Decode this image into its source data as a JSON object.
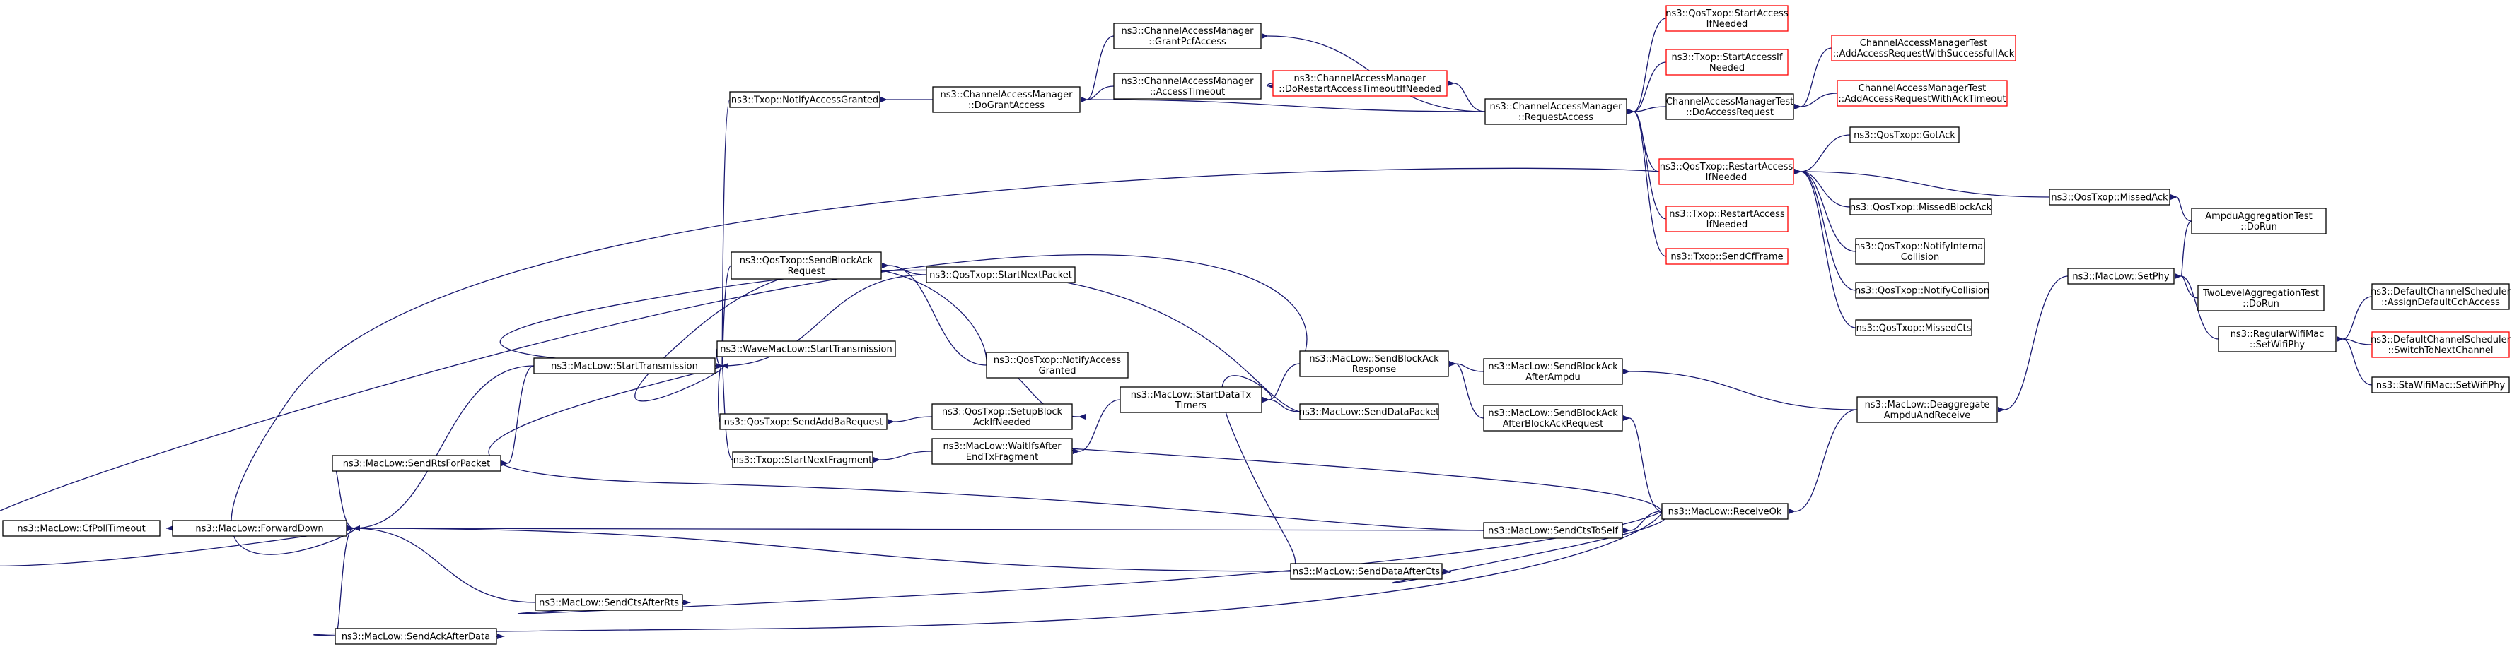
{
  "graph": {
    "colors": {
      "normal_border": "#000000",
      "truncated_border": "#ff0000",
      "root_fill": "#bfbfbf",
      "edge": "#191970",
      "text": "#000000"
    },
    "nodes": [
      {
        "id": "cfpoll",
        "lines": [
          "ns3::MacLow::CfPollTimeout"
        ],
        "root": true
      },
      {
        "id": "forwarddown",
        "lines": [
          "ns3::MacLow::ForwardDown"
        ]
      },
      {
        "id": "starttx",
        "lines": [
          "ns3::MacLow::StartTransmission"
        ]
      },
      {
        "id": "sendrts",
        "lines": [
          "ns3::MacLow::SendRtsForPacket"
        ]
      },
      {
        "id": "sendctsafterrts",
        "lines": [
          "ns3::MacLow::SendCtsAfterRts"
        ]
      },
      {
        "id": "sendackafterdata",
        "lines": [
          "ns3::MacLow::SendAckAfterData"
        ]
      },
      {
        "id": "notifyaccessgranted",
        "lines": [
          "ns3::Txop::NotifyAccessGranted"
        ]
      },
      {
        "id": "qossendblockackreq",
        "lines": [
          "ns3::QosTxop::SendBlockAck",
          "Request"
        ]
      },
      {
        "id": "wavestarttx",
        "lines": [
          "ns3::WaveMacLow::StartTransmission"
        ]
      },
      {
        "id": "qossendaddba",
        "lines": [
          "ns3::QosTxop::SendAddBaRequest"
        ]
      },
      {
        "id": "startnextfragment",
        "lines": [
          "ns3::Txop::StartNextFragment"
        ]
      },
      {
        "id": "dograntaccess",
        "lines": [
          "ns3::ChannelAccessManager",
          "::DoGrantAccess"
        ]
      },
      {
        "id": "grantpcf",
        "lines": [
          "ns3::ChannelAccessManager",
          "::GrantPcfAccess"
        ]
      },
      {
        "id": "accesstimeout",
        "lines": [
          "ns3::ChannelAccessManager",
          "::AccessTimeout"
        ]
      },
      {
        "id": "dorestart",
        "lines": [
          "ns3::ChannelAccessManager",
          "::DoRestartAccessTimeoutIfNeeded"
        ],
        "truncated": true
      },
      {
        "id": "requestaccess",
        "lines": [
          "ns3::ChannelAccessManager",
          "::RequestAccess"
        ]
      },
      {
        "id": "qosstartaccess",
        "lines": [
          "ns3::QosTxop::StartAccess",
          "IfNeeded"
        ],
        "truncated": true
      },
      {
        "id": "txopstartaccess",
        "lines": [
          "ns3::Txop::StartAccessIf",
          "Needed"
        ],
        "truncated": true
      },
      {
        "id": "camtestdoaccess",
        "lines": [
          "ChannelAccessManagerTest",
          "::DoAccessRequest"
        ]
      },
      {
        "id": "camtestsuccess",
        "lines": [
          "ChannelAccessManagerTest",
          "::AddAccessRequestWithSuccessfullAck"
        ],
        "truncated": true
      },
      {
        "id": "camtesttimeout",
        "lines": [
          "ChannelAccessManagerTest",
          "::AddAccessRequestWithAckTimeout"
        ],
        "truncated": true
      },
      {
        "id": "qosrestart",
        "lines": [
          "ns3::QosTxop::RestartAccess",
          "IfNeeded"
        ],
        "truncated": true
      },
      {
        "id": "txoprestart",
        "lines": [
          "ns3::Txop::RestartAccess",
          "IfNeeded"
        ],
        "truncated": true
      },
      {
        "id": "txopsendcf",
        "lines": [
          "ns3::Txop::SendCfFrame"
        ],
        "truncated": true
      },
      {
        "id": "qosgotack",
        "lines": [
          "ns3::QosTxop::GotAck"
        ]
      },
      {
        "id": "qosmissedblockack",
        "lines": [
          "ns3::QosTxop::MissedBlockAck"
        ]
      },
      {
        "id": "qosnotifyinternal",
        "lines": [
          "ns3::QosTxop::NotifyInternal",
          "Collision"
        ]
      },
      {
        "id": "qosnotifycollision",
        "lines": [
          "ns3::QosTxop::NotifyCollision"
        ]
      },
      {
        "id": "qosmissedcts",
        "lines": [
          "ns3::QosTxop::MissedCts"
        ]
      },
      {
        "id": "qosmissedack",
        "lines": [
          "ns3::QosTxop::MissedAck"
        ]
      },
      {
        "id": "ampdutest",
        "lines": [
          "AmpduAggregationTest",
          "::DoRun"
        ]
      },
      {
        "id": "qosstartnextpacket",
        "lines": [
          "ns3::QosTxop::StartNextPacket"
        ]
      },
      {
        "id": "qosnotifyaccessgranted",
        "lines": [
          "ns3::QosTxop::NotifyAccess",
          "Granted"
        ]
      },
      {
        "id": "qossetupblockack",
        "lines": [
          "ns3::QosTxop::SetupBlock",
          "AckIfNeeded"
        ]
      },
      {
        "id": "waitifsafter",
        "lines": [
          "ns3::MacLow::WaitIfsAfter",
          "EndTxFragment"
        ]
      },
      {
        "id": "startdatatx",
        "lines": [
          "ns3::MacLow::StartDataTx",
          "Timers"
        ]
      },
      {
        "id": "sendblockackresponse",
        "lines": [
          "ns3::MacLow::SendBlockAck",
          "Response"
        ]
      },
      {
        "id": "senddatapacket",
        "lines": [
          "ns3::MacLow::SendDataPacket"
        ]
      },
      {
        "id": "senddataaftercts",
        "lines": [
          "ns3::MacLow::SendDataAfterCts"
        ]
      },
      {
        "id": "sendblockackafterampdu",
        "lines": [
          "ns3::MacLow::SendBlockAck",
          "AfterAmpdu"
        ]
      },
      {
        "id": "sendblockackafterreq",
        "lines": [
          "ns3::MacLow::SendBlockAck",
          "AfterBlockAckRequest"
        ]
      },
      {
        "id": "sendctstoself",
        "lines": [
          "ns3::MacLow::SendCtsToSelf"
        ]
      },
      {
        "id": "receiveok",
        "lines": [
          "ns3::MacLow::ReceiveOk"
        ]
      },
      {
        "id": "deaggregate",
        "lines": [
          "ns3::MacLow::Deaggregate",
          "AmpduAndReceive"
        ]
      },
      {
        "id": "setphy",
        "lines": [
          "ns3::MacLow::SetPhy"
        ]
      },
      {
        "id": "twolevel",
        "lines": [
          "TwoLevelAggregationTest",
          "::DoRun"
        ]
      },
      {
        "id": "regularsetwifiphy",
        "lines": [
          "ns3::RegularWifiMac",
          "::SetWifiPhy"
        ]
      },
      {
        "id": "defaultassign",
        "lines": [
          "ns3::DefaultChannelScheduler",
          "::AssignDefaultCchAccess"
        ]
      },
      {
        "id": "defaultswitch",
        "lines": [
          "ns3::DefaultChannelScheduler",
          "::SwitchToNextChannel"
        ],
        "truncated": true
      },
      {
        "id": "stawifimac",
        "lines": [
          "ns3::StaWifiMac::SetWifiPhy"
        ]
      }
    ],
    "edges": [
      [
        "cfpoll",
        "forwarddown"
      ],
      [
        "forwarddown",
        "starttx"
      ],
      [
        "forwarddown",
        "sendrts"
      ],
      [
        "forwarddown",
        "sendctsafterrts"
      ],
      [
        "forwarddown",
        "sendackafterdata"
      ],
      [
        "forwarddown",
        "sendctstoself"
      ],
      [
        "forwarddown",
        "senddataaftercts"
      ],
      [
        "forwarddown",
        "sendblockackresponse"
      ],
      [
        "forwarddown",
        "qosrestart"
      ],
      [
        "starttx",
        "notifyaccessgranted"
      ],
      [
        "starttx",
        "qossendblockackreq"
      ],
      [
        "starttx",
        "wavestarttx"
      ],
      [
        "starttx",
        "qossendaddba"
      ],
      [
        "starttx",
        "startnextfragment"
      ],
      [
        "starttx",
        "qosstartnextpacket"
      ],
      [
        "starttx",
        "qosnotifyaccessgranted"
      ],
      [
        "starttx",
        "senddatapacket"
      ],
      [
        "starttx",
        "sendctstoself"
      ],
      [
        "sendrts",
        "starttx"
      ],
      [
        "notifyaccessgranted",
        "dograntaccess"
      ],
      [
        "dograntaccess",
        "grantpcf"
      ],
      [
        "dograntaccess",
        "accesstimeout"
      ],
      [
        "dograntaccess",
        "requestaccess"
      ],
      [
        "accesstimeout",
        "dorestart"
      ],
      [
        "dorestart",
        "requestaccess"
      ],
      [
        "grantpcf",
        "requestaccess"
      ],
      [
        "requestaccess",
        "qosstartaccess"
      ],
      [
        "requestaccess",
        "txopstartaccess"
      ],
      [
        "requestaccess",
        "camtestdoaccess"
      ],
      [
        "requestaccess",
        "qosrestart"
      ],
      [
        "requestaccess",
        "txoprestart"
      ],
      [
        "requestaccess",
        "txopsendcf"
      ],
      [
        "camtestdoaccess",
        "camtestsuccess"
      ],
      [
        "camtestdoaccess",
        "camtesttimeout"
      ],
      [
        "qosrestart",
        "qosgotack"
      ],
      [
        "qosrestart",
        "qosmissedblockack"
      ],
      [
        "qosrestart",
        "qosnotifyinternal"
      ],
      [
        "qosrestart",
        "qosnotifycollision"
      ],
      [
        "qosrestart",
        "qosmissedcts"
      ],
      [
        "qosrestart",
        "qosmissedack"
      ],
      [
        "qosmissedack",
        "ampdutest"
      ],
      [
        "qossendblockackreq",
        "qosstartnextpacket"
      ],
      [
        "qossendblockackreq",
        "qosnotifyaccessgranted"
      ],
      [
        "qossendaddba",
        "qossetupblockack"
      ],
      [
        "qossetupblockack",
        "qosnotifyaccessgranted"
      ],
      [
        "startnextfragment",
        "waitifsafter"
      ],
      [
        "waitifsafter",
        "startdatatx"
      ],
      [
        "waitifsafter",
        "receiveok"
      ],
      [
        "startdatatx",
        "sendblockackresponse"
      ],
      [
        "startdatatx",
        "senddatapacket"
      ],
      [
        "startdatatx",
        "senddataaftercts"
      ],
      [
        "sendblockackresponse",
        "sendblockackafterampdu"
      ],
      [
        "sendblockackresponse",
        "sendblockackafterreq"
      ],
      [
        "sendblockackafterampdu",
        "deaggregate"
      ],
      [
        "sendblockackafterreq",
        "receiveok"
      ],
      [
        "senddataaftercts",
        "receiveok"
      ],
      [
        "sendctstoself",
        "receiveok"
      ],
      [
        "sendctsafterrts",
        "receiveok"
      ],
      [
        "sendackafterdata",
        "receiveok"
      ],
      [
        "receiveok",
        "deaggregate"
      ],
      [
        "deaggregate",
        "setphy"
      ],
      [
        "setphy",
        "ampdutest"
      ],
      [
        "setphy",
        "twolevel"
      ],
      [
        "setphy",
        "regularsetwifiphy"
      ],
      [
        "regularsetwifiphy",
        "defaultassign"
      ],
      [
        "regularsetwifiphy",
        "defaultswitch"
      ],
      [
        "regularsetwifiphy",
        "stawifimac"
      ]
    ]
  }
}
